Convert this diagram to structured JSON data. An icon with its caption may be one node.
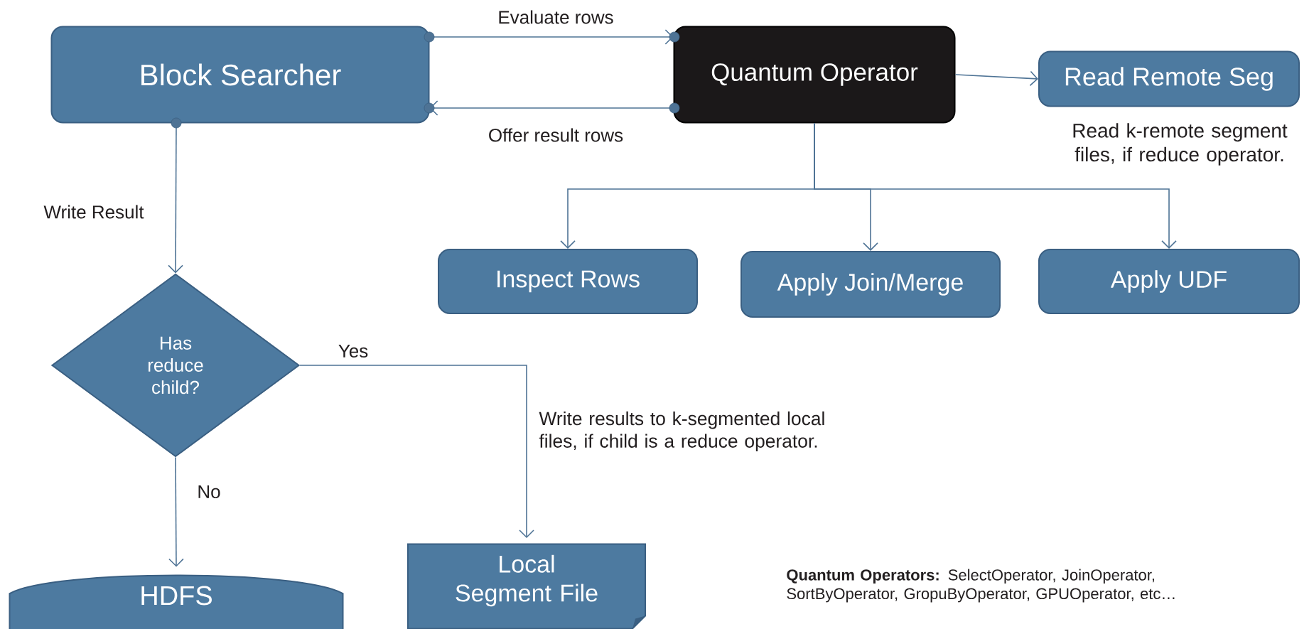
{
  "diagram": {
    "nodes": [
      {
        "text": [
          "Block Searcher"
        ]
      },
      {
        "text": [
          "Quantum Operator"
        ]
      },
      {
        "text": [
          "Read Remote Seg"
        ],
        "beside": [
          "Read k-remote segment files, if reduce operator."
        ]
      },
      {
        "text": [
          "Inspect Rows"
        ]
      },
      {
        "text": [
          "Apply Join/Merge"
        ]
      },
      {
        "text": [
          "Apply UDF"
        ]
      },
      {
        "text": [
          "Has reduce child?"
        ]
      },
      {
        "text": [
          "HDFS"
        ]
      },
      {
        "text": [
          "Local Segment File"
        ]
      }
    ],
    "edges": [
      {
        "from": 0,
        "to": 1,
        "arrow": "to",
        "label": "Evaluate rows"
      },
      {
        "from": 1,
        "to": 0,
        "arrow": "to",
        "label": "Offer result rows"
      },
      {
        "from": 0,
        "to": 6,
        "arrow": "to",
        "label": "Write Result"
      },
      {
        "from": 1,
        "to": 2,
        "arrow": "to"
      },
      {
        "from": 1,
        "to": 3,
        "arrow": "to"
      },
      {
        "from": 1,
        "to": 4,
        "arrow": "to"
      },
      {
        "from": 1,
        "to": 5,
        "arrow": "to"
      },
      {
        "from": 6,
        "to": 8,
        "arrow": "to",
        "label": "Yes"
      },
      {
        "from": 6,
        "to": 7,
        "arrow": "to",
        "label": "No"
      }
    ],
    "labels": [
      "Write results to k-segmented local files, if child is a reduce operator.",
      "**Quantum Operators:** SelectOperator, JoinOperator, SortByOperator, GropuByOperator, GPUOperator, etc…"
    ]
  }
}
